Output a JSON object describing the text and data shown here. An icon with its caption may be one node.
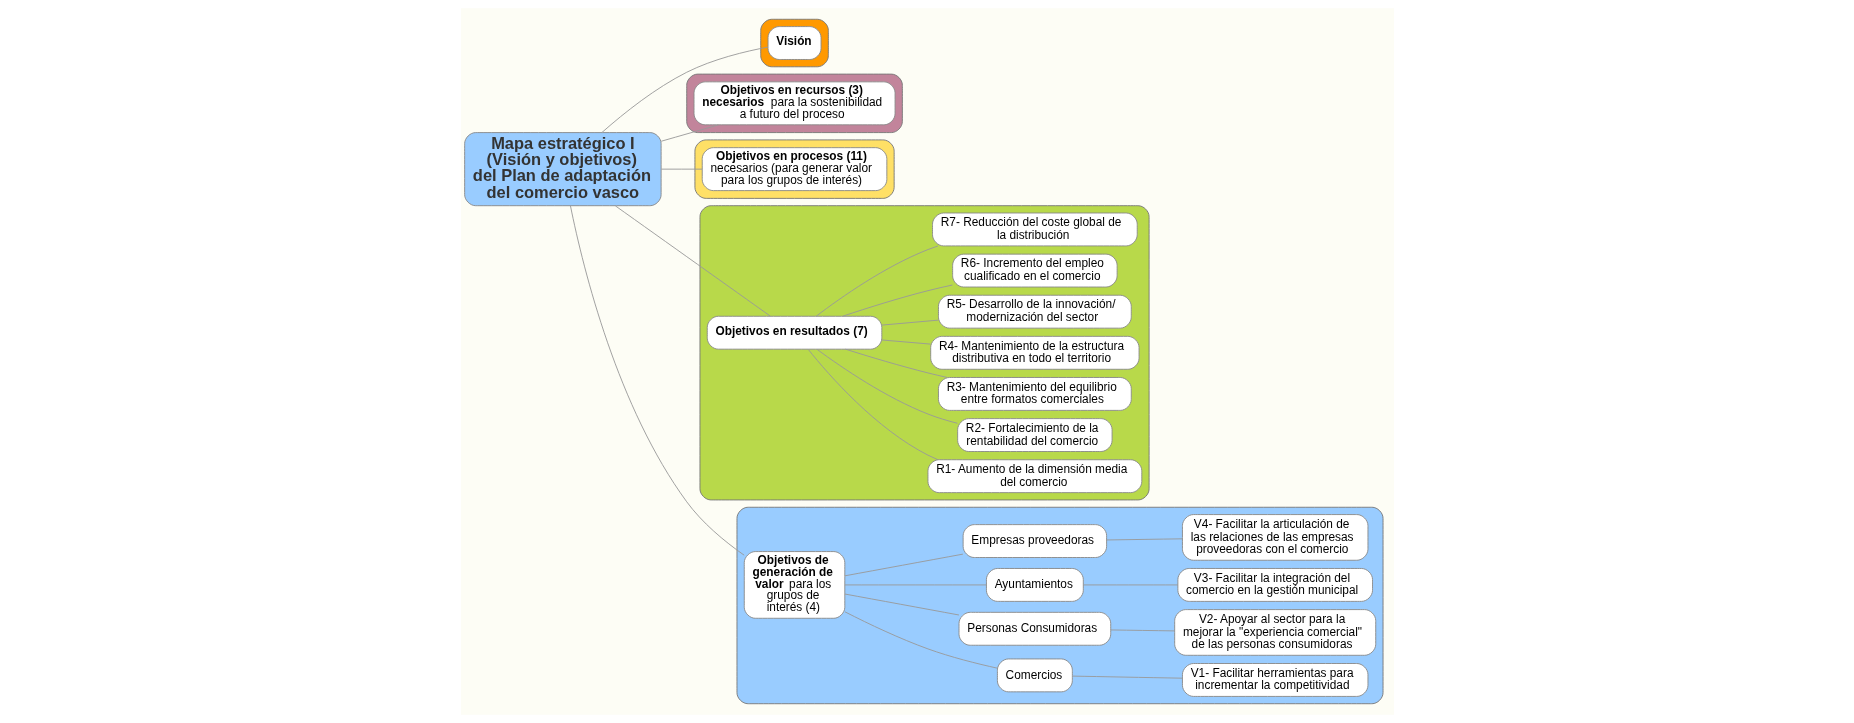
{
  "diagram": {
    "nodes": [
      {
        "text": [
          "Mapa estratégico I (Visión y objetivos) del Plan de adaptación del comercio vasco"
        ]
      },
      {
        "text": [],
        "shape": "box"
      },
      {
        "text": [
          "**Visión**"
        ],
        "in": 1
      },
      {
        "text": [],
        "shape": "box"
      },
      {
        "text": [
          "**Objetivos en recursos (3) necesarios** para la sostenibilidad a futuro del proceso"
        ],
        "in": 3
      },
      {
        "text": [],
        "shape": "box"
      },
      {
        "text": [
          "**Objetivos en procesos (11)** necesarios (para generar valor para los grupos de interés)"
        ],
        "in": 5
      },
      {
        "text": [],
        "shape": "box"
      },
      {
        "text": [
          "**Objetivos en resultados (7)**"
        ],
        "in": 7
      },
      {
        "text": [
          "R1- Aumento de la dimensión media del comercio"
        ],
        "in": 7
      },
      {
        "text": [
          "R2- Fortalecimiento de la rentabilidad del comercio"
        ],
        "in": 7
      },
      {
        "text": [
          "R3- Mantenimiento del equilibrio entre formatos comerciales"
        ],
        "in": 7
      },
      {
        "text": [
          "R4- Mantenimiento de la estructura distributiva en todo el territorio"
        ],
        "in": 7
      },
      {
        "text": [
          "R5- Desarrollo de la innovación/ modernización del sector"
        ],
        "in": 7
      },
      {
        "text": [
          "R6- Incremento del empleo cualificado en el comercio"
        ],
        "in": 7
      },
      {
        "text": [
          "R7- Reducción del coste global de la distribución"
        ],
        "in": 7
      },
      {
        "text": [],
        "shape": "box"
      },
      {
        "text": [
          "**Objetivos de generación de valor** para los grupos de interés (4)"
        ],
        "in": 16
      },
      {
        "text": [
          "Comercios"
        ],
        "in": 16
      },
      {
        "text": [
          "V1- Facilitar herramientas  para incrementar la competitividad"
        ],
        "in": 16
      },
      {
        "text": [
          "Personas Consumidoras"
        ],
        "in": 16
      },
      {
        "text": [
          "V2- Apoyar al sector para la mejorar la \"experiencia comercial\" de las personas consumidoras"
        ],
        "in": 16
      },
      {
        "text": [
          "Ayuntamientos"
        ],
        "in": 16
      },
      {
        "text": [
          "V3- Facilitar la integración del comercio en la gestión municipal"
        ],
        "in": 16
      },
      {
        "text": [
          "Empresas proveedoras"
        ],
        "in": 16
      },
      {
        "text": [
          "V4- Facilitar la articulación de las relaciones de las empresas proveedoras con el comercio"
        ],
        "in": 16
      }
    ],
    "edges": [
      {
        "from": 0,
        "to": 2,
        "arrow": "none"
      },
      {
        "from": 0,
        "to": 4,
        "arrow": "none"
      },
      {
        "from": 0,
        "to": 6,
        "arrow": "none"
      },
      {
        "from": 0,
        "to": 8,
        "arrow": "none"
      },
      {
        "from": 0,
        "to": 17,
        "arrow": "none"
      },
      {
        "from": 8,
        "to": 9,
        "arrow": "none"
      },
      {
        "from": 8,
        "to": 10,
        "arrow": "none"
      },
      {
        "from": 8,
        "to": 11,
        "arrow": "none"
      },
      {
        "from": 8,
        "to": 12,
        "arrow": "none"
      },
      {
        "from": 8,
        "to": 13,
        "arrow": "none"
      },
      {
        "from": 8,
        "to": 14,
        "arrow": "none"
      },
      {
        "from": 8,
        "to": 15,
        "arrow": "none"
      },
      {
        "from": 17,
        "to": 18,
        "arrow": "none"
      },
      {
        "from": 17,
        "to": 20,
        "arrow": "none"
      },
      {
        "from": 17,
        "to": 22,
        "arrow": "none"
      },
      {
        "from": 17,
        "to": 24,
        "arrow": "none"
      },
      {
        "from": 18,
        "to": 19,
        "arrow": "none"
      },
      {
        "from": 20,
        "to": 21,
        "arrow": "none"
      },
      {
        "from": 22,
        "to": 23,
        "arrow": "none"
      },
      {
        "from": 24,
        "to": 25,
        "arrow": "none"
      }
    ]
  }
}
